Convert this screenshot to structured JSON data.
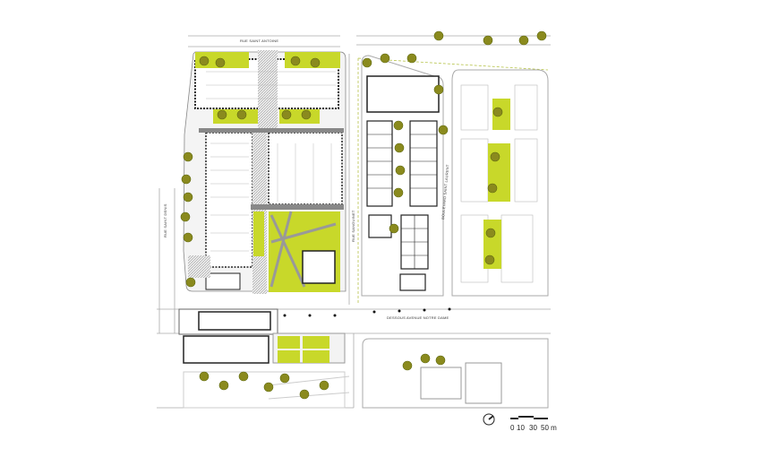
{
  "colors": {
    "green": "#c8d82a",
    "tree": "#8a8a1e",
    "tree_edge": "#5f6a10",
    "grey": "#999999",
    "hatch": "#bbbbbb"
  },
  "streets": {
    "top": "RUE SAINT ANTOINE",
    "bottom": "DESSOUS AVENUE NOTRE DAME",
    "left": "RUE SAINT DENIS",
    "middle": "RUE SANGUINET",
    "right": "BOULEVARD SAINT LAURENT"
  },
  "scale": {
    "labels": [
      "0",
      "10",
      "30",
      "50 m"
    ]
  },
  "north_arrow_icon": "north-arrow-icon"
}
